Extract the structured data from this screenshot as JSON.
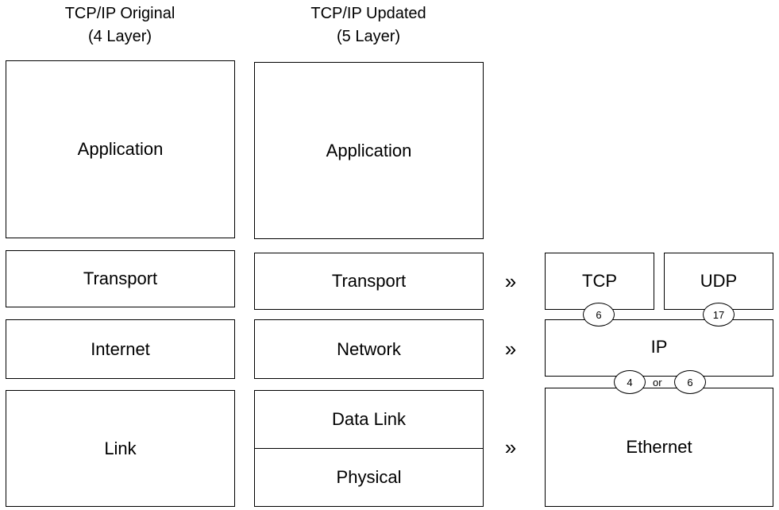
{
  "columns": {
    "original": {
      "title_line1": "TCP/IP Original",
      "title_line2": "(4 Layer)",
      "layers": [
        "Application",
        "Transport",
        "Internet",
        "Link"
      ]
    },
    "updated": {
      "title_line1": "TCP/IP Updated",
      "title_line2": "(5 Layer)",
      "layers": [
        "Application",
        "Transport",
        "Network",
        "Data Link",
        "Physical"
      ]
    }
  },
  "arrows": [
    "»",
    "»",
    "»"
  ],
  "protocols": {
    "tcp": "TCP",
    "udp": "UDP",
    "ip": "IP",
    "ethernet": "Ethernet",
    "tcp_number": "6",
    "udp_number": "17",
    "ipv4_number": "4",
    "or_text": "or",
    "ipv6_number": "6"
  }
}
